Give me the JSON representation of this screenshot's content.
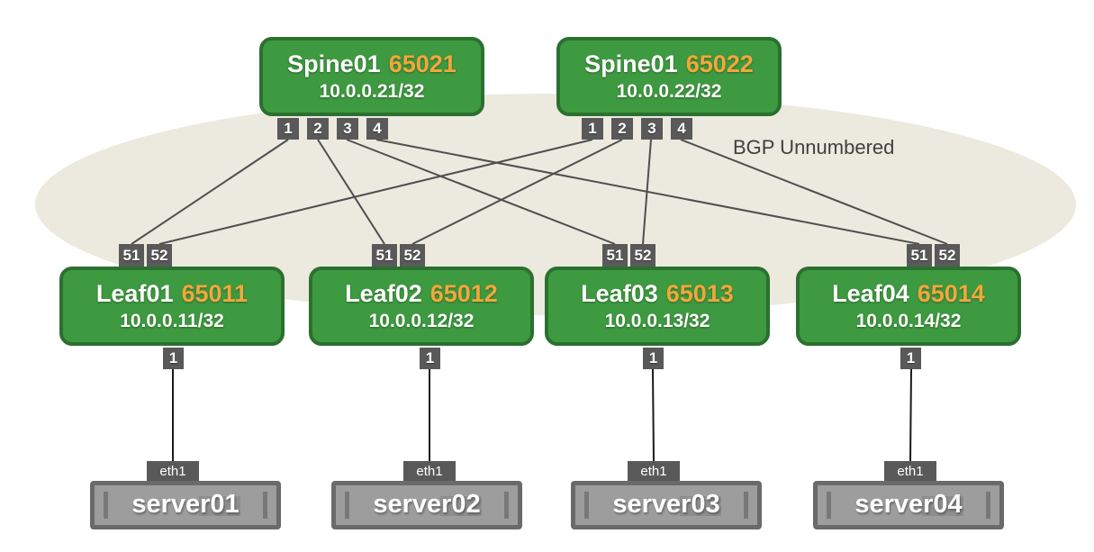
{
  "annotation": {
    "label": "BGP Unnumbered"
  },
  "colors": {
    "node_fill": "#3e9a40",
    "node_border": "#2b7030",
    "asn_text": "#f2a73b",
    "port_bg": "#595959",
    "link_line": "#4f4f4f",
    "host_link_line": "#1a1a1a",
    "ellipse_fill": "#ece9de",
    "server_fill": "#9d9d9d",
    "server_border": "#6a6a6a"
  },
  "spines": [
    {
      "name": "Spine01",
      "asn": "65021",
      "ip": "10.0.0.21/32",
      "ports": [
        "1",
        "2",
        "3",
        "4"
      ]
    },
    {
      "name": "Spine01",
      "asn": "65022",
      "ip": "10.0.0.22/32",
      "ports": [
        "1",
        "2",
        "3",
        "4"
      ]
    }
  ],
  "leaves": [
    {
      "name": "Leaf01",
      "asn": "65011",
      "ip": "10.0.0.11/32",
      "uplink_ports": [
        "51",
        "52"
      ],
      "server_port": "1"
    },
    {
      "name": "Leaf02",
      "asn": "65012",
      "ip": "10.0.0.12/32",
      "uplink_ports": [
        "51",
        "52"
      ],
      "server_port": "1"
    },
    {
      "name": "Leaf03",
      "asn": "65013",
      "ip": "10.0.0.13/32",
      "uplink_ports": [
        "51",
        "52"
      ],
      "server_port": "1"
    },
    {
      "name": "Leaf04",
      "asn": "65014",
      "ip": "10.0.0.14/32",
      "uplink_ports": [
        "51",
        "52"
      ],
      "server_port": "1"
    }
  ],
  "servers": [
    {
      "name": "server01",
      "nic": "eth1"
    },
    {
      "name": "server02",
      "nic": "eth1"
    },
    {
      "name": "server03",
      "nic": "eth1"
    },
    {
      "name": "server04",
      "nic": "eth1"
    }
  ],
  "links": {
    "spine_leaf": [
      {
        "from": "Spine01-65021 port 1",
        "to": "Leaf01 port 51"
      },
      {
        "from": "Spine01-65021 port 2",
        "to": "Leaf02 port 51"
      },
      {
        "from": "Spine01-65021 port 3",
        "to": "Leaf03 port 51"
      },
      {
        "from": "Spine01-65021 port 4",
        "to": "Leaf04 port 51"
      },
      {
        "from": "Spine01-65022 port 1",
        "to": "Leaf01 port 52"
      },
      {
        "from": "Spine01-65022 port 2",
        "to": "Leaf02 port 52"
      },
      {
        "from": "Spine01-65022 port 3",
        "to": "Leaf03 port 52"
      },
      {
        "from": "Spine01-65022 port 4",
        "to": "Leaf04 port 52"
      }
    ],
    "leaf_server": [
      {
        "from": "Leaf01 port 1",
        "to": "server01 eth1"
      },
      {
        "from": "Leaf02 port 1",
        "to": "server02 eth1"
      },
      {
        "from": "Leaf03 port 1",
        "to": "server03 eth1"
      },
      {
        "from": "Leaf04 port 1",
        "to": "server04 eth1"
      }
    ]
  }
}
